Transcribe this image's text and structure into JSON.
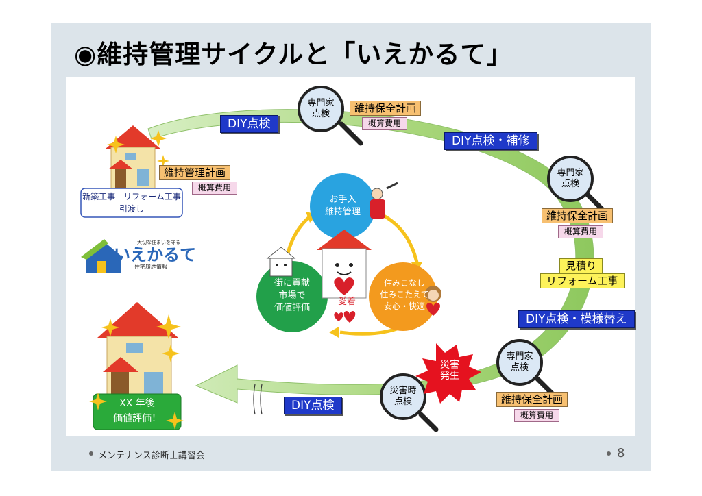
{
  "title": "◉維持管理サイクルと「いえかるて」",
  "labels": {
    "diy_check_1": "DIY点検",
    "diy_check_repair": "DIY点検・補修",
    "diy_check_renov": "DIY点検・模様替え",
    "diy_check_2": "DIY点検",
    "maint_mgmt_plan": "維持管理計画",
    "approx_cost_1": "概算費用",
    "maint_plan_1": "維持保全計画",
    "approx_cost_2": "概算費用",
    "maint_plan_2": "維持保全計画",
    "approx_cost_3": "概算費用",
    "estimate": "見積り",
    "reform_work": "リフォーム工事",
    "maint_plan_3": "維持保全計画",
    "approx_cost_4": "概算費用"
  },
  "lenses": {
    "expert_1_a": "専門家",
    "expert_1_b": "点検",
    "expert_2_a": "専門家",
    "expert_2_b": "点検",
    "expert_3_a": "専門家",
    "expert_3_b": "点検",
    "disaster_a": "災害時",
    "disaster_b": "点検"
  },
  "disaster": {
    "line1": "災害",
    "line2": "発生"
  },
  "house_note": {
    "line1": "新築工事　リフォーム工事",
    "line2": "引渡し"
  },
  "logo": {
    "tagline": "大切な住まいを守る",
    "name": "いえかるて",
    "sub": "住宅履歴情報"
  },
  "cycle": {
    "top_1": "お手入",
    "top_2": "維持管理",
    "right_1": "住みこなし",
    "right_2": "住みこたえて",
    "right_3": "安心・快適",
    "left_1": "街に貢献",
    "left_2": "市場で",
    "left_3": "価値評価",
    "center": "愛着"
  },
  "value_sign": {
    "line1": "XX 年後",
    "line2": "価値評価！"
  },
  "footer": "メンテナンス診断士講習会",
  "page_number": "8",
  "colors": {
    "arrow": "#a8d67a",
    "blue": "#1f39c9",
    "orange": "#f7c071",
    "pink": "#f6d8ea",
    "yellow": "#fdf25a",
    "green_circle": "#22a04a",
    "blue_circle": "#29a3e0",
    "orange_circle": "#f39a1e",
    "house_roof": "#e23a2a",
    "house_wall": "#f4e3a8",
    "burst": "#e5121f"
  },
  "icons": [
    "magnifier-icon",
    "house-icon",
    "sparkle-icon",
    "heart-icon",
    "character-icon"
  ]
}
